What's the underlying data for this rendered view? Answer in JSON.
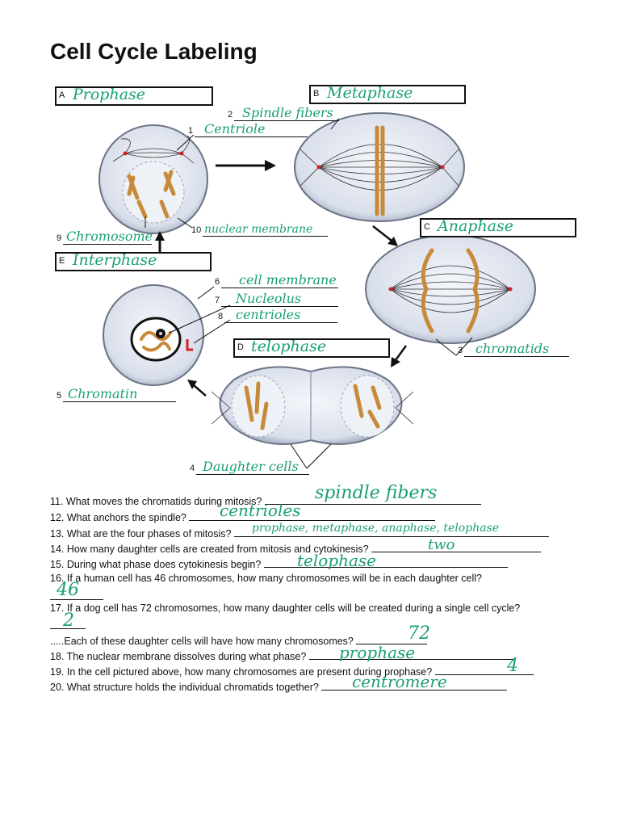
{
  "title": "Cell Cycle Labeling",
  "boxes": {
    "a": {
      "letter": "A",
      "answer": "Prophase"
    },
    "b": {
      "letter": "B",
      "answer": "Metaphase"
    },
    "c": {
      "letter": "C",
      "answer": "Anaphase"
    },
    "d": {
      "letter": "D",
      "answer": "telophase"
    },
    "e": {
      "letter": "E",
      "answer": "Interphase"
    }
  },
  "labels": {
    "l1": {
      "num": "1",
      "answer": "Centriole"
    },
    "l2": {
      "num": "2",
      "answer": "Spindle fibers"
    },
    "l3": {
      "num": "3",
      "answer": "chromatids"
    },
    "l4": {
      "num": "4",
      "answer": "Daughter cells"
    },
    "l5": {
      "num": "5",
      "answer": "Chromatin"
    },
    "l6": {
      "num": "6",
      "answer": "cell membrane"
    },
    "l7": {
      "num": "7",
      "answer": "Nucleolus"
    },
    "l8": {
      "num": "8",
      "answer": "centrioles"
    },
    "l9": {
      "num": "9",
      "answer": "Chromosome"
    },
    "l10": {
      "num": "10",
      "answer": "nuclear membrane"
    }
  },
  "questions": {
    "q11": {
      "text": "11. What moves the chromatids during mitosis?",
      "answer": "spindle fibers"
    },
    "q12": {
      "text": "12. What anchors the spindle?",
      "answer": "centrioles"
    },
    "q13": {
      "text": "13. What are the four phases of mitosis?",
      "answer": "prophase, metaphase, anaphase, telophase"
    },
    "q14": {
      "text": "14. How many daughter cells are created from mitosis and cytokinesis?",
      "answer": "two"
    },
    "q15": {
      "text": "15. During what phase does cytokinesis begin?",
      "answer": "telophase"
    },
    "q16": {
      "text": "16. If a human cell has 46 chromosomes, how many chromosomes will be in each daughter cell?",
      "answer": "46"
    },
    "q17": {
      "text": "17. If a dog cell has 72 chromosomes, how many daughter cells will be created during a single cell cycle?",
      "answer": "2"
    },
    "q17b": {
      "text": ".....Each of these daughter cells will have how many chromosomes?",
      "answer": "72"
    },
    "q18": {
      "text": "18. The nuclear membrane dissolves during what phase?",
      "answer": "prophase"
    },
    "q19": {
      "text": "19. In the cell pictured above, how many chromosomes are present during prophase?",
      "answer": "4"
    },
    "q20": {
      "text": "20. What structure holds the individual chromatids together?",
      "answer": "centromere"
    }
  },
  "colors": {
    "ink": "#111111",
    "handwriting": "#1aa071",
    "chromosome": "#c88a3a",
    "cell_fill": "#e4e8f1",
    "cell_edge": "#6b7386",
    "spindle_point": "#d62020"
  }
}
